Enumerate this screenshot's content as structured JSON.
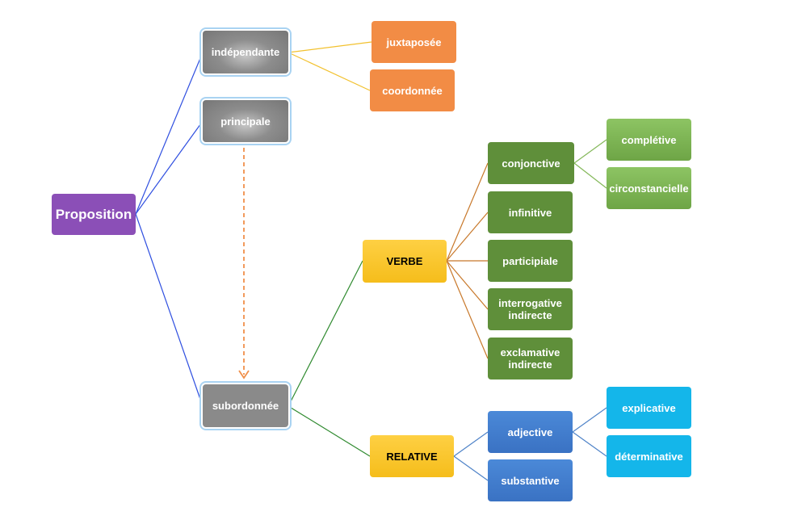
{
  "nodes": {
    "proposition": "Proposition",
    "independante": "indépendante",
    "principale": "principale",
    "subordonnee": "subordonnée",
    "juxtaposee": "juxtaposée",
    "coordonnee": "coordonnée",
    "verbe": "VERBE",
    "relative": "RELATIVE",
    "conjonctive": "conjonctive",
    "infinitive": "infinitive",
    "participiale": "participiale",
    "interrogative_indirecte": "interrogative indirecte",
    "exclamative_indirecte": "exclamative indirecte",
    "completive": "complétive",
    "circonstancielle": "circonstancielle",
    "adjective": "adjective",
    "substantive": "substantive",
    "explicative": "explicative",
    "determinative": "déterminative"
  },
  "colors": {
    "purple": "#8b4fb7",
    "gray": "#808080",
    "orange": "#f28c45",
    "yellow": "#f5bd1b",
    "green": "#5f8f3a",
    "light_green": "#7ab552",
    "blue": "#4280d0",
    "cyan": "#14b6ea",
    "link_blue": "#2f4fe0",
    "link_yellow": "#f2c12e",
    "link_dark_green": "#2f8a2f",
    "link_brown": "#c8782a",
    "link_green": "#84b85a",
    "link_blue_light": "#4f83c8",
    "dashed_arrow": "#f0904a"
  }
}
